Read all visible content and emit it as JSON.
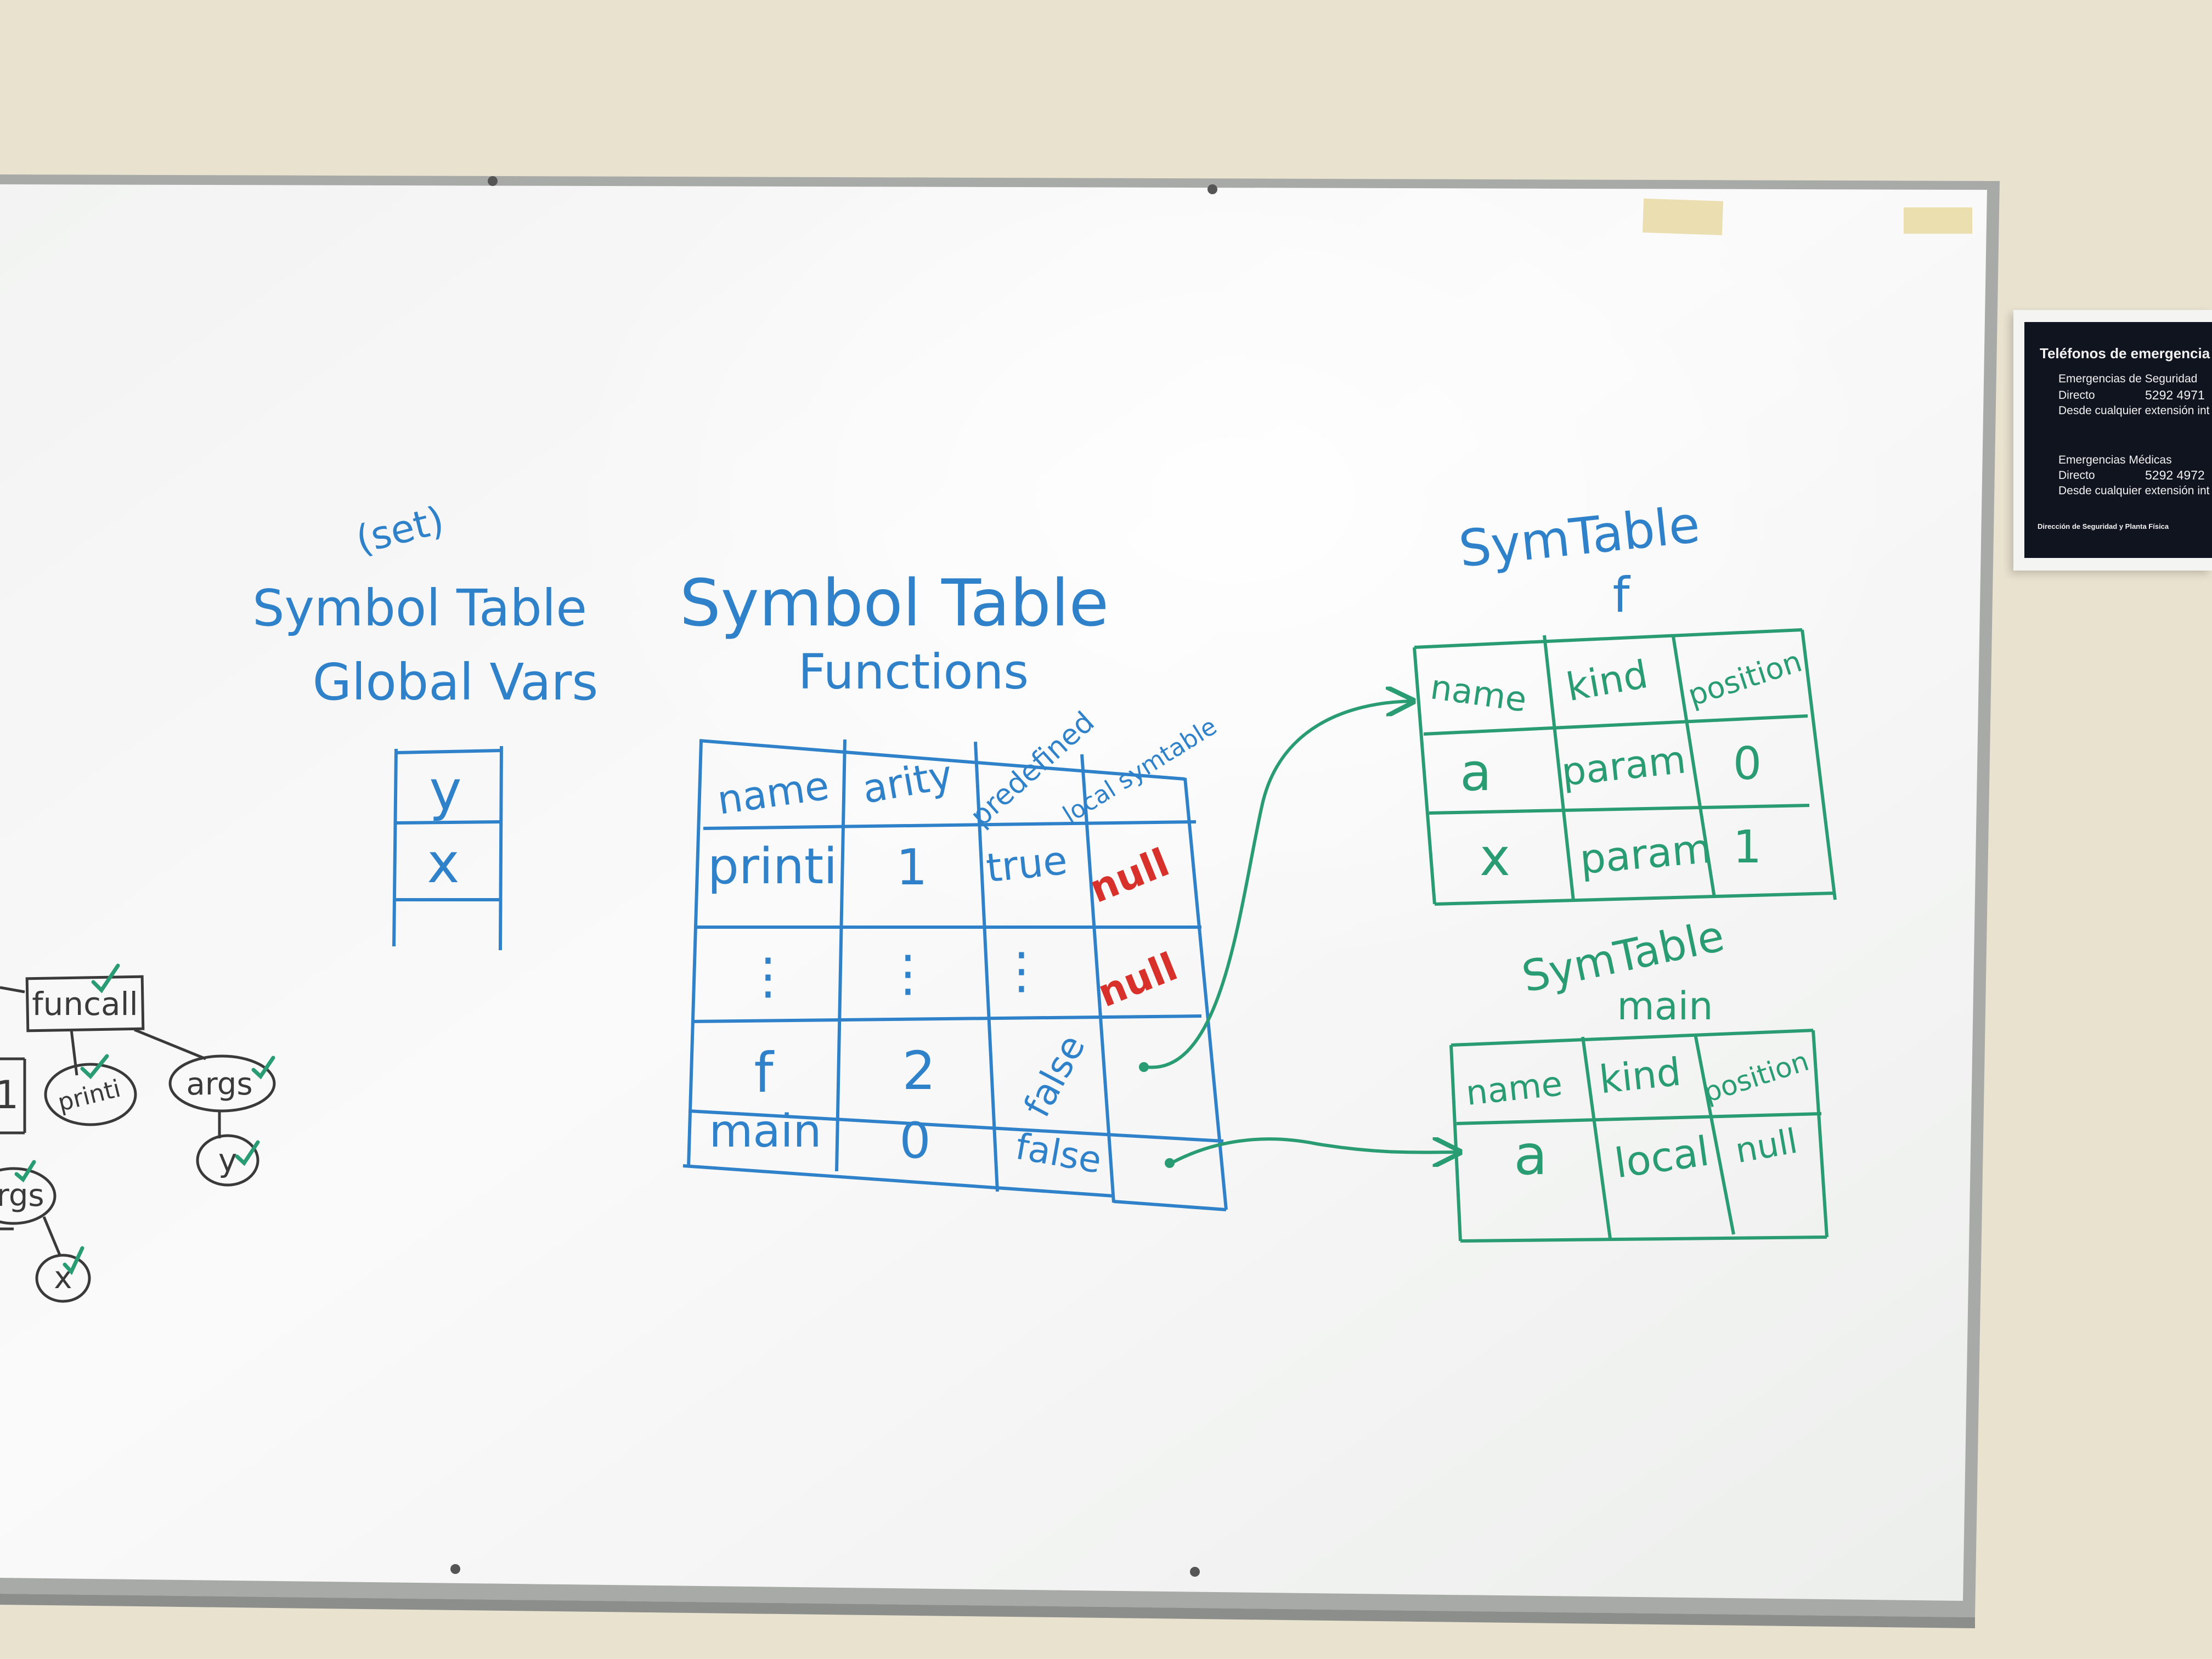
{
  "colors": {
    "wall": "#e9e2cf",
    "board": "#f6f7f6",
    "blue_marker": "#2f82c9",
    "green_marker": "#2a9c74",
    "red_marker": "#d8302a",
    "dark_marker": "#3a3a3a"
  },
  "global_vars": {
    "note": "(set)",
    "title_line1": "Symbol Table",
    "title_line2": "Global Vars",
    "rows": [
      "y",
      "x"
    ]
  },
  "functions_table": {
    "title_line1": "Symbol Table",
    "title_line2": "Functions",
    "headers": [
      "name",
      "arity",
      "predefined",
      "local symtable"
    ],
    "rows": [
      {
        "name": "printi",
        "arity": "1",
        "predefined": "true",
        "local": "null"
      },
      {
        "name": "⋮",
        "arity": "⋮",
        "predefined": "⋮",
        "local": "null"
      },
      {
        "name": "f",
        "arity": "2",
        "predefined": "false",
        "local": ""
      },
      {
        "name": "main",
        "arity": "0",
        "predefined": "false",
        "local": ""
      }
    ]
  },
  "symtable_f": {
    "title_line1": "SymTable",
    "title_line2": "f",
    "headers": [
      "name",
      "kind",
      "position"
    ],
    "rows": [
      [
        "a",
        "param",
        "0"
      ],
      [
        "x",
        "param",
        "1"
      ]
    ]
  },
  "symtable_main": {
    "title_line1": "SymTable",
    "title_line2": "main",
    "headers": [
      "name",
      "kind",
      "position"
    ],
    "rows": [
      [
        "a",
        "local",
        "null"
      ]
    ]
  },
  "tree": {
    "nodes": [
      "funcall",
      "printi",
      "args",
      "y",
      "args",
      "x"
    ],
    "edge_label": "1"
  },
  "sign": {
    "title": "Teléfonos de emergencia",
    "security_label": "Emergencias de Seguridad",
    "direct_label": "Directo",
    "security_number": "5292 4971",
    "extension_note": "Desde cualquier extensión int",
    "medical_label": "Emergencias Médicas",
    "direct_label_2": "Directo",
    "medical_number": "5292 4972",
    "extension_note_2": "Desde cualquier extensión int",
    "footer": "Dirección de Seguridad y Planta Física"
  }
}
